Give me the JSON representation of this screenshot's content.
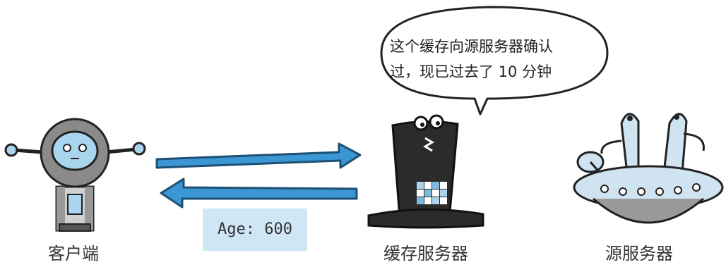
{
  "labels": {
    "client": "客户端",
    "cache_server": "缓存服务器",
    "origin_server": "源服务器"
  },
  "age_header": "Age: 600",
  "speech_bubble": {
    "line1": "这个缓存向源服务器确认",
    "line2": "过，现已过去了 10 分钟"
  },
  "colors": {
    "arrow": "#3a97d4",
    "age_box": "#cfe6f5",
    "cache_hat": "#2b2b2b",
    "robot_face": "#a9d6ee",
    "ufo_body": "#cfe3f1"
  }
}
